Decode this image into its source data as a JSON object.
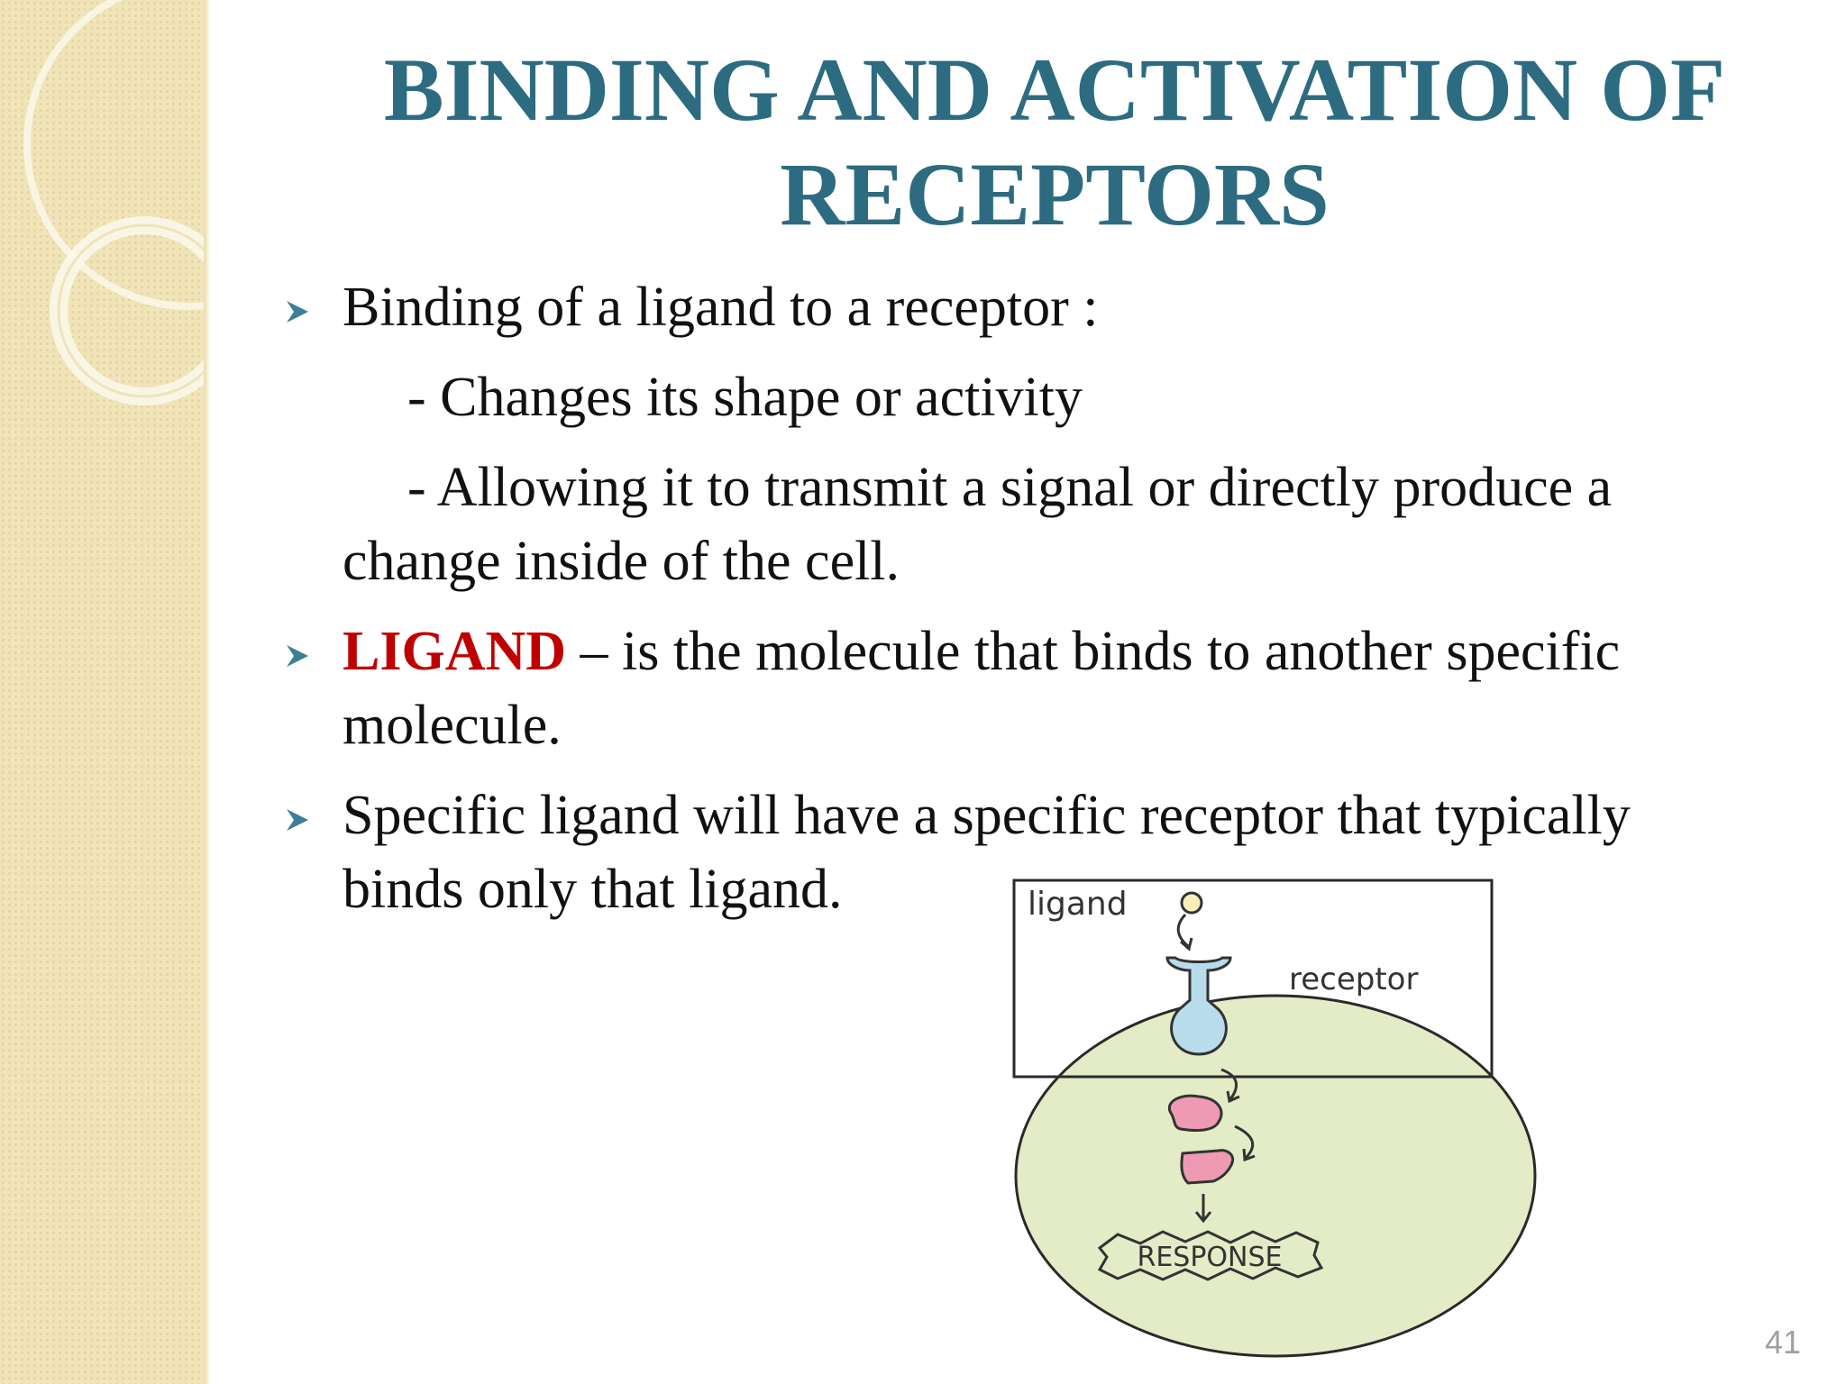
{
  "slide": {
    "title_line1": "BINDING AND ACTIVATION OF",
    "title_line2": "RECEPTORS",
    "page_number": "41"
  },
  "bullets": {
    "b1": {
      "text": "Binding of a ligand to a receptor :",
      "sub1": "- Changes its shape or activity",
      "sub2_line1": "- Allowing it to transmit a signal or directly produce a",
      "sub2_line2": "change inside of the cell."
    },
    "b2": {
      "highlight": "LIGAND",
      "rest_line1": " – is the molecule that binds to another specific",
      "rest_line2": "molecule."
    },
    "b3": {
      "line1": "Specific ligand will have a specific receptor that typically",
      "line2": "binds only that ligand."
    }
  },
  "diagram": {
    "label_ligand": "ligand",
    "label_receptor": "receptor",
    "label_response": "RESPONSE"
  },
  "colors": {
    "title": "#2d6c80",
    "highlight": "#c00000",
    "bullet_arrow": "#3d7f96",
    "side_panel": "#f0e4b8",
    "cell_fill": "#e3ecc6",
    "receptor_fill": "#b9dcec",
    "protein_fill": "#ee9ab4"
  },
  "icons": {
    "bullet": "arrowhead-bullet-icon"
  }
}
